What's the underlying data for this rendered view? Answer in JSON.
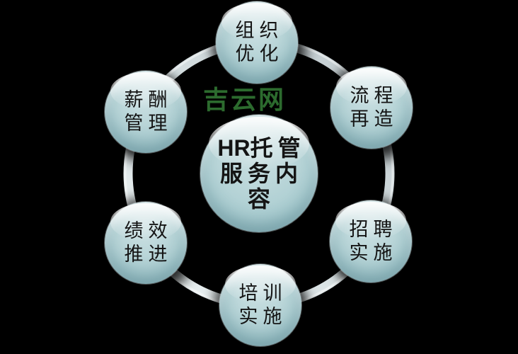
{
  "title": "HR托管服务内容",
  "watermark": {
    "text": "吉云网",
    "color": "#2c6b2e"
  },
  "center_node": {
    "full_text": "HR托管服务内容",
    "line1_bold": "HR",
    "line1_rest": "托管",
    "line2": "服务内",
    "line3": "容"
  },
  "nodes": [
    {
      "id": "organization-optimization",
      "position": "top",
      "full_text": "组织优化",
      "lines": [
        "组织",
        "优化"
      ]
    },
    {
      "id": "process-reengineering",
      "position": "top-right",
      "full_text": "流程再造",
      "lines": [
        "流程",
        "再造"
      ]
    },
    {
      "id": "recruitment-implementation",
      "position": "bottom-right",
      "full_text": "招聘实施",
      "lines": [
        "招聘",
        "实施"
      ]
    },
    {
      "id": "training-implementation",
      "position": "bottom",
      "full_text": "培训实施",
      "lines": [
        "培训",
        "实施"
      ]
    },
    {
      "id": "performance-advancement",
      "position": "bottom-left",
      "full_text": "绩效推进",
      "lines": [
        "绩效",
        "推进"
      ]
    },
    {
      "id": "compensation-management",
      "position": "top-left",
      "full_text": "薪酬管理",
      "lines": [
        "薪酬",
        "管理"
      ]
    }
  ],
  "colors": {
    "background": "#000000",
    "node_fill": "#b3d1d4",
    "ring": "#dde6e8",
    "text": "#141414",
    "watermark_green": "#2c6b2e"
  }
}
